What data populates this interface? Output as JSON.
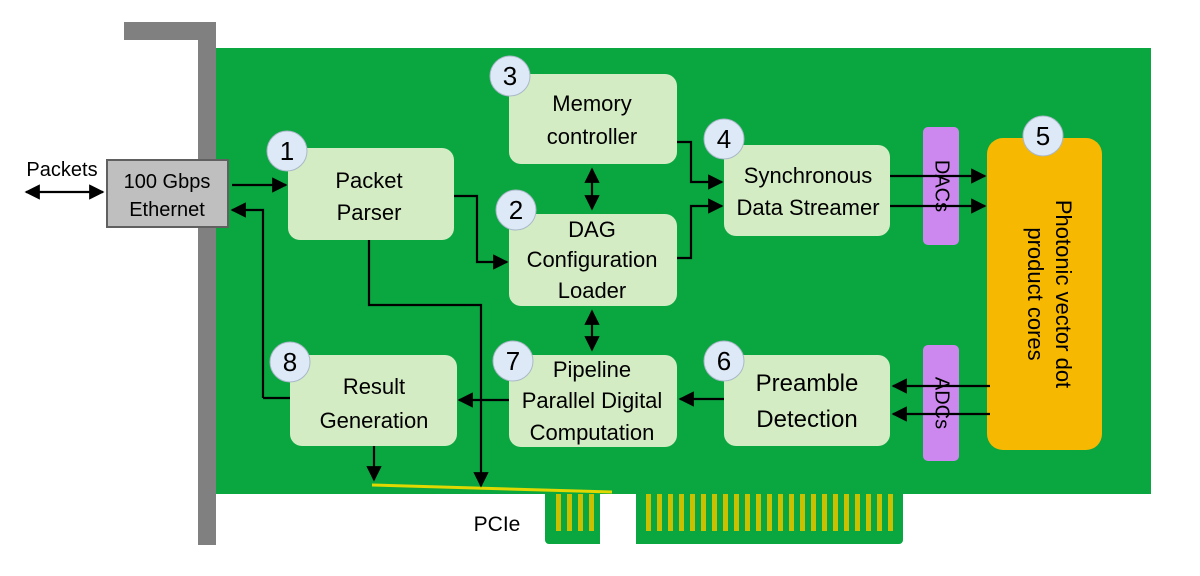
{
  "labels": {
    "packets": "Packets",
    "ethernet": [
      "100 Gbps",
      "Ethernet"
    ],
    "pcie": "PCIe",
    "dacs": "DACs",
    "adcs": "ADCs",
    "photonic": [
      "Photonic vector dot",
      "product cores"
    ]
  },
  "blocks": {
    "parser": {
      "num": "1",
      "lines": [
        "Packet",
        "Parser"
      ]
    },
    "dag": {
      "num": "2",
      "lines": [
        "DAG",
        "Configuration",
        "Loader"
      ]
    },
    "memory": {
      "num": "3",
      "lines": [
        "Memory",
        "controller"
      ]
    },
    "streamer": {
      "num": "4",
      "lines": [
        "Synchronous",
        "Data Streamer"
      ]
    },
    "photonic": {
      "num": "5"
    },
    "preamble": {
      "num": "6",
      "lines": [
        "Preamble",
        "Detection"
      ]
    },
    "pipeline": {
      "num": "7",
      "lines": [
        "Pipeline",
        "Parallel Digital",
        "Computation"
      ]
    },
    "result": {
      "num": "8",
      "lines": [
        "Result",
        "Generation"
      ]
    }
  },
  "colors": {
    "board": "#0aa640",
    "block": "#d4ecc4",
    "bracket": "#808080",
    "ethernet_box": "#bfbfbf",
    "converter": "#cc88ee",
    "photonic": "#f6b800",
    "fingers": "#c8c000",
    "badge": "#dde9f7"
  }
}
